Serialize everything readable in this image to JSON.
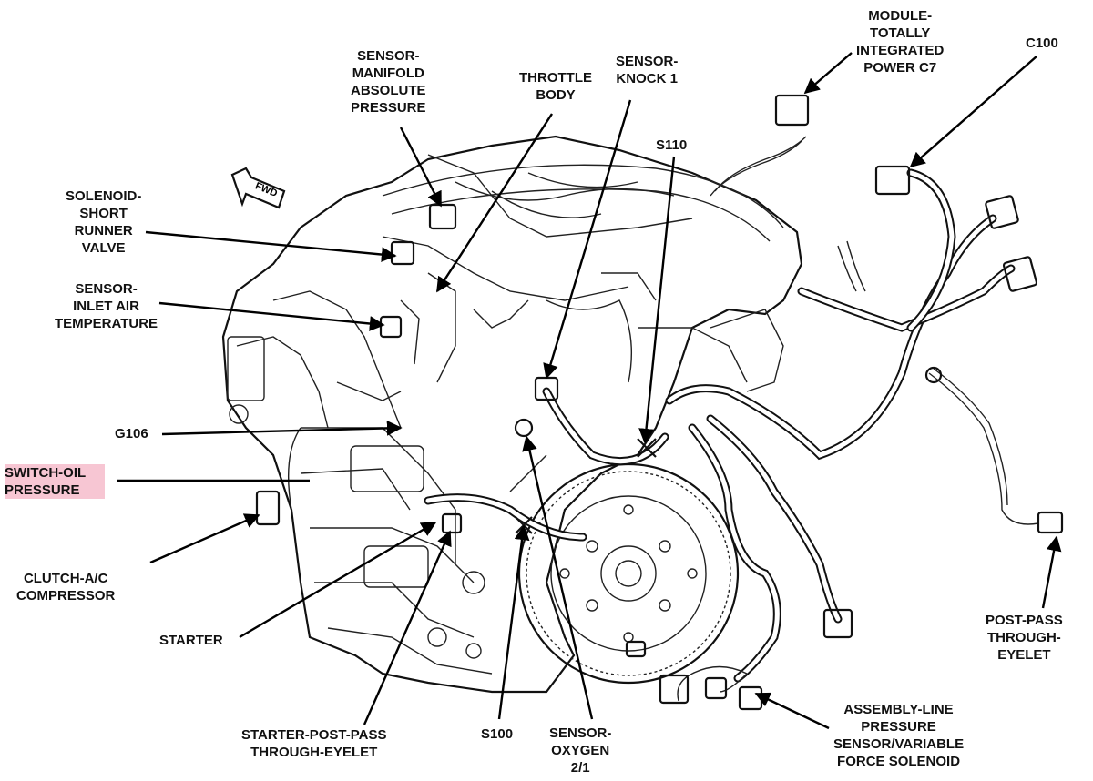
{
  "labels": {
    "module_tipm": [
      "MODULE-",
      "TOTALLY",
      "INTEGRATED",
      "POWER C7"
    ],
    "c100": [
      "C100"
    ],
    "sensor_map": [
      "SENSOR-",
      "MANIFOLD",
      "ABSOLUTE",
      "PRESSURE"
    ],
    "throttle_body": [
      "THROTTLE",
      "BODY"
    ],
    "sensor_knock": [
      "SENSOR-",
      "KNOCK 1"
    ],
    "s110": [
      "S110"
    ],
    "solenoid_srv": [
      "SOLENOID-",
      "SHORT",
      "RUNNER",
      "VALVE"
    ],
    "sensor_iat": [
      "SENSOR-",
      "INLET AIR",
      "TEMPERATURE"
    ],
    "g106": [
      "G106"
    ],
    "switch_oil": [
      "SWITCH-OIL",
      "PRESSURE"
    ],
    "clutch_ac": [
      "CLUTCH-A/C",
      "COMPRESSOR"
    ],
    "starter": [
      "STARTER"
    ],
    "starter_eyelet": [
      "STARTER-POST-PASS",
      "THROUGH-EYELET"
    ],
    "s100": [
      "S100"
    ],
    "sensor_o2": [
      "SENSOR-",
      "OXYGEN",
      "2/1"
    ],
    "assembly_line": [
      "ASSEMBLY-LINE",
      "PRESSURE",
      "SENSOR/VARIABLE",
      "FORCE SOLENOID"
    ],
    "post_pass": [
      "POST-PASS",
      "THROUGH-",
      "EYELET"
    ],
    "fwd_arrow": "FWD"
  },
  "colors": {
    "highlight": "#f7c6d3",
    "ink": "#111111"
  }
}
